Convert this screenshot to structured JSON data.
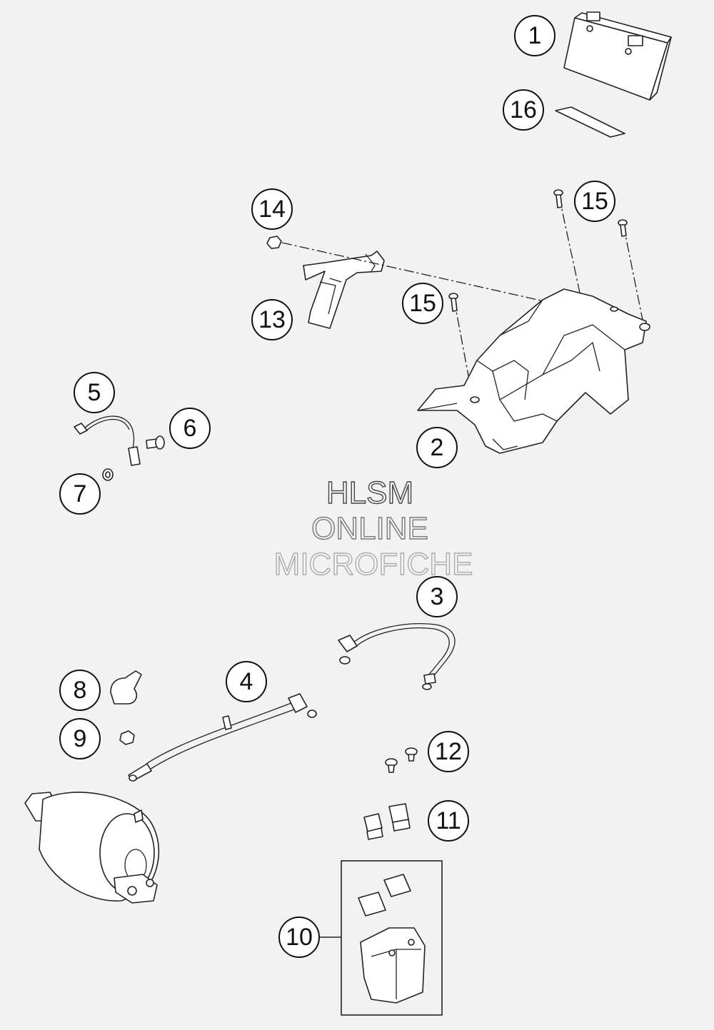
{
  "callouts": [
    {
      "id": "1",
      "label": "1"
    },
    {
      "id": "2",
      "label": "2"
    },
    {
      "id": "3",
      "label": "3"
    },
    {
      "id": "4",
      "label": "4"
    },
    {
      "id": "5",
      "label": "5"
    },
    {
      "id": "6",
      "label": "6"
    },
    {
      "id": "7",
      "label": "7"
    },
    {
      "id": "8",
      "label": "8"
    },
    {
      "id": "9",
      "label": "9"
    },
    {
      "id": "10",
      "label": "10"
    },
    {
      "id": "11",
      "label": "11"
    },
    {
      "id": "12",
      "label": "12"
    },
    {
      "id": "13",
      "label": "13"
    },
    {
      "id": "14",
      "label": "14"
    },
    {
      "id": "15a",
      "label": "15"
    },
    {
      "id": "15b",
      "label": "15"
    },
    {
      "id": "16",
      "label": "16"
    }
  ],
  "watermark": {
    "line1": "HLSM",
    "line2": "ONLINE",
    "line3": "MICROFICHE"
  }
}
